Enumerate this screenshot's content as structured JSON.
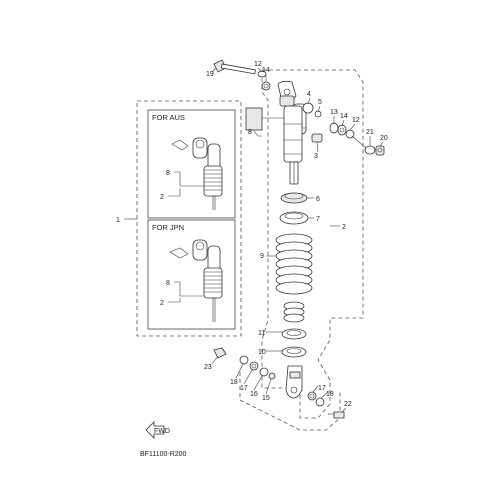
{
  "diagram": {
    "box_aus_title": "FOR AUS",
    "box_jpn_title": "FOR JPN",
    "reference_code": "BF11100-R200",
    "fwd_label": "FWD",
    "part_numbers": {
      "p1": "1",
      "p2a": "2",
      "p2b": "2",
      "p2c": "2",
      "p3": "3",
      "p4": "4",
      "p5": "5",
      "p6": "6",
      "p7": "7",
      "p8a": "8",
      "p8b": "8",
      "p8c": "8",
      "p9": "9",
      "p10": "10",
      "p11": "11",
      "p12a": "12",
      "p12b": "12",
      "p13": "13",
      "p14a": "14",
      "p14b": "14",
      "p15": "15",
      "p16": "16",
      "p17a": "17",
      "p17b": "17",
      "p18a": "18",
      "p18b": "18",
      "p19": "19",
      "p20": "20",
      "p21": "21",
      "p22": "22",
      "p23": "23"
    }
  }
}
